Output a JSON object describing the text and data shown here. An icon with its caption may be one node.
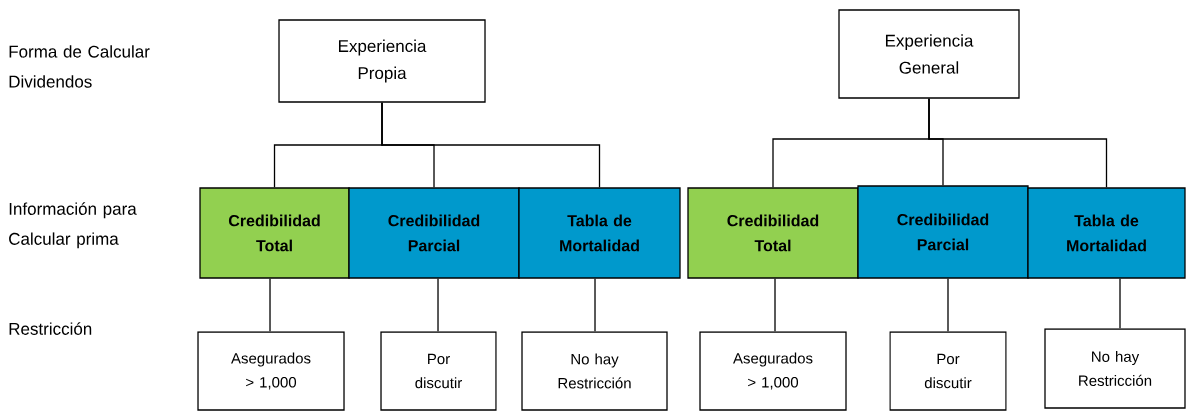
{
  "diagram": {
    "nodes": [
      {
        "text": [
          "Experiencia Propia"
        ]
      },
      {
        "text": [
          "Experiencia General"
        ]
      },
      {
        "text": [
          "Credibilidad Total"
        ]
      },
      {
        "text": [
          "Credibilidad Parcial"
        ]
      },
      {
        "text": [
          "Tabla de Mortalidad"
        ]
      },
      {
        "text": [
          "Credibilidad Total"
        ]
      },
      {
        "text": [
          "Credibilidad Parcial"
        ]
      },
      {
        "text": [
          "Tabla de Mortalidad"
        ]
      },
      {
        "text": [
          "Asegurados > 1,000"
        ]
      },
      {
        "text": [
          "Por discutir"
        ]
      },
      {
        "text": [
          "No hay Restricción"
        ]
      },
      {
        "text": [
          "Asegurados > 1,000"
        ]
      },
      {
        "text": [
          "Por discutir"
        ]
      },
      {
        "text": [
          "No hay Restricción"
        ]
      }
    ],
    "edges": [
      {
        "from": 0,
        "to": 2,
        "arrow": "none"
      },
      {
        "from": 0,
        "to": 3,
        "arrow": "none"
      },
      {
        "from": 0,
        "to": 4,
        "arrow": "none"
      },
      {
        "from": 1,
        "to": 5,
        "arrow": "none"
      },
      {
        "from": 1,
        "to": 6,
        "arrow": "none"
      },
      {
        "from": 1,
        "to": 7,
        "arrow": "none"
      },
      {
        "from": 2,
        "to": 8,
        "arrow": "none"
      },
      {
        "from": 3,
        "to": 9,
        "arrow": "none"
      },
      {
        "from": 4,
        "to": 10,
        "arrow": "none"
      },
      {
        "from": 5,
        "to": 11,
        "arrow": "none"
      },
      {
        "from": 6,
        "to": 12,
        "arrow": "none"
      },
      {
        "from": 7,
        "to": 13,
        "arrow": "none"
      }
    ],
    "labels": [
      "Forma de Calcular Dividendos",
      "Información para Calcular prima",
      "Restricción"
    ]
  }
}
